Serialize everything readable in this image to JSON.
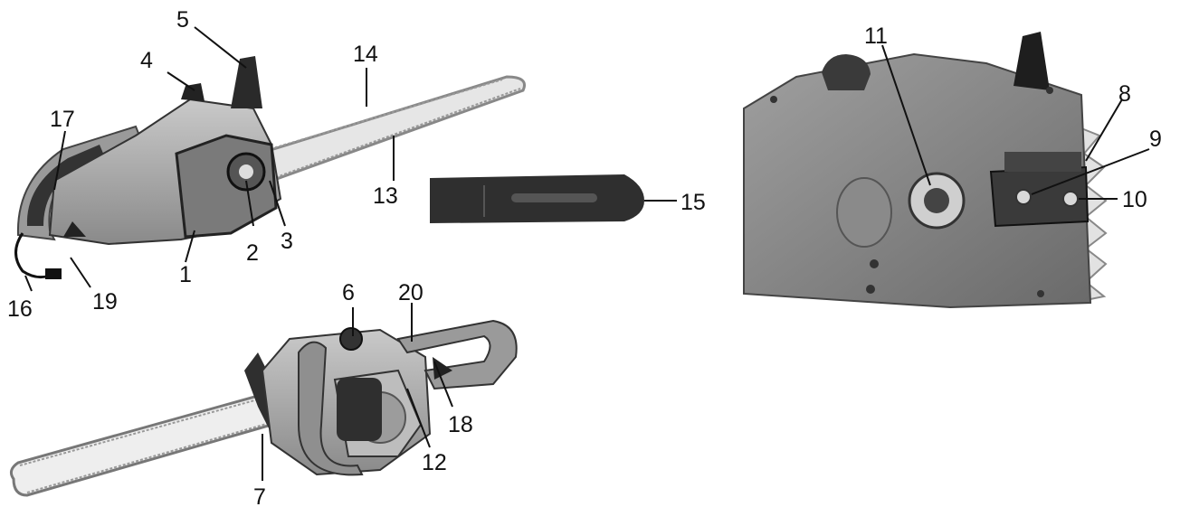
{
  "figure": {
    "views": [
      {
        "id": "side-view-right",
        "subject": "chainsaw"
      },
      {
        "id": "side-view-left",
        "subject": "chainsaw"
      },
      {
        "id": "detail-view",
        "subject": "sprocket-and-bar-mount"
      },
      {
        "id": "bar-cover",
        "subject": "guide-bar-cover"
      }
    ],
    "labels": {
      "l1": "1",
      "l2": "2",
      "l3": "3",
      "l4": "4",
      "l5": "5",
      "l6": "6",
      "l7": "7",
      "l8": "8",
      "l9": "9",
      "l10": "10",
      "l11": "11",
      "l12": "12",
      "l13": "13",
      "l14": "14",
      "l15": "15",
      "l16": "16",
      "l17": "17",
      "l18": "18",
      "l19": "19",
      "l20": "20"
    },
    "colors": {
      "body_light": "#b9b9b9",
      "body_mid": "#8e8e8e",
      "body_dark": "#555555",
      "black": "#1a1a1a",
      "bar": "#d6d6d6"
    }
  }
}
